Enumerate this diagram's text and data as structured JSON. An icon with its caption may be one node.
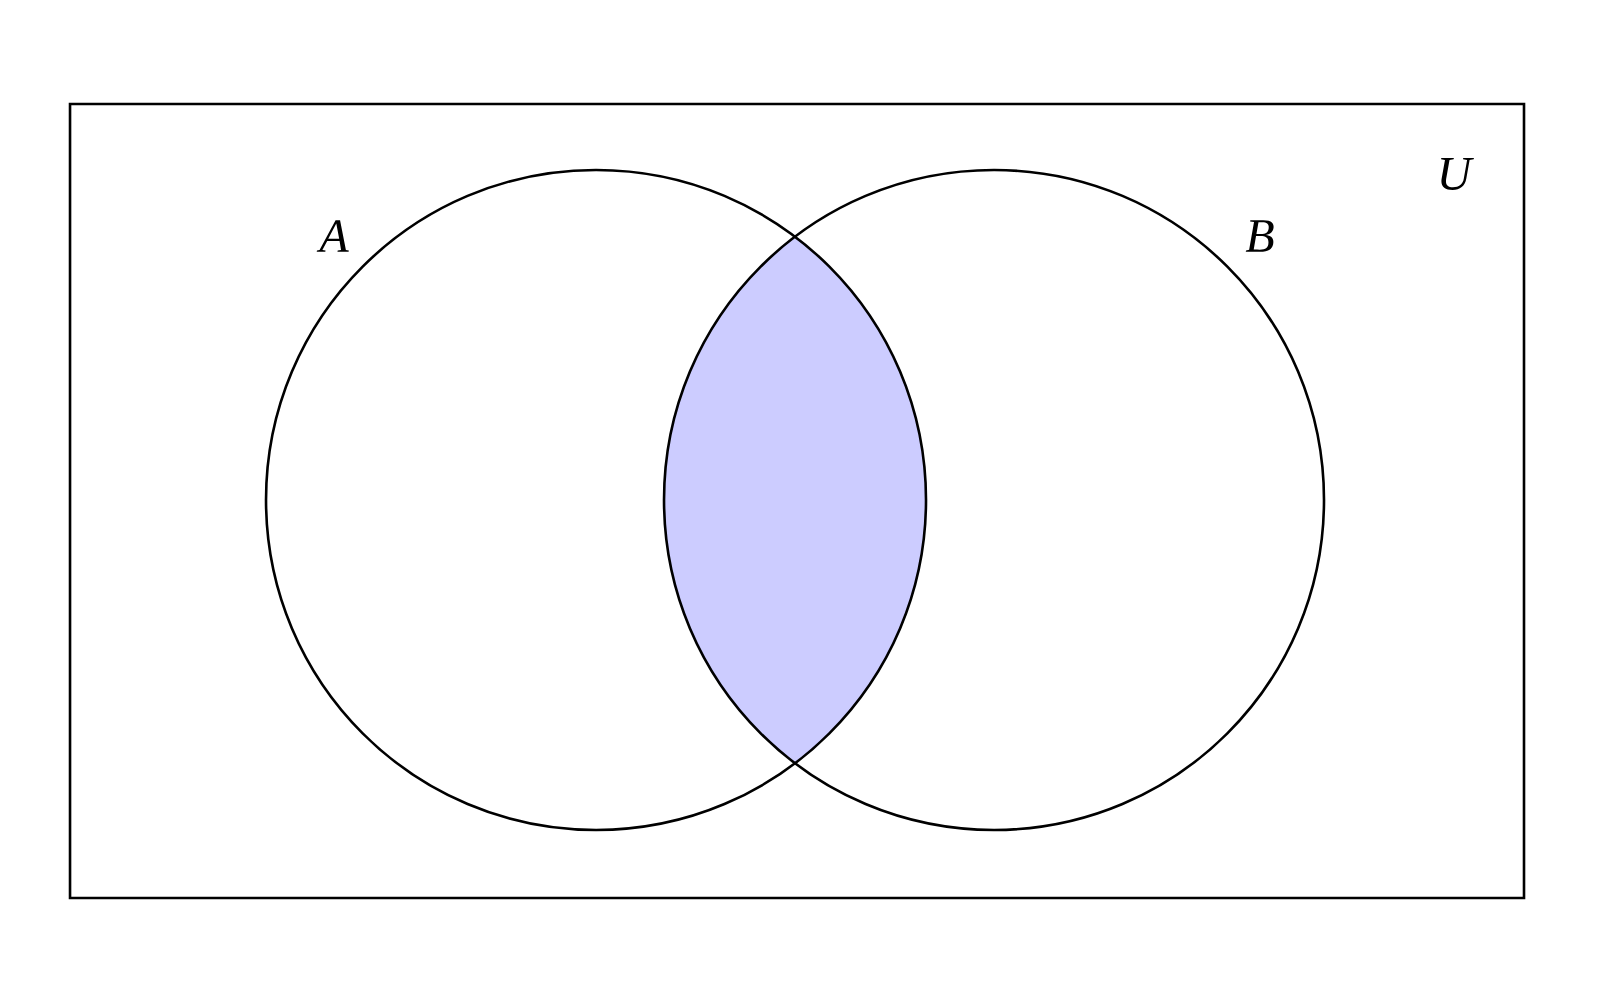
{
  "diagram": {
    "nodes": [
      {
        "text": [
          "U"
        ]
      },
      {
        "text": [
          "A"
        ],
        "in": 0
      },
      {
        "text": [
          "B"
        ],
        "in": 0
      },
      {
        "text": [],
        "shape": "lens"
      }
    ]
  }
}
